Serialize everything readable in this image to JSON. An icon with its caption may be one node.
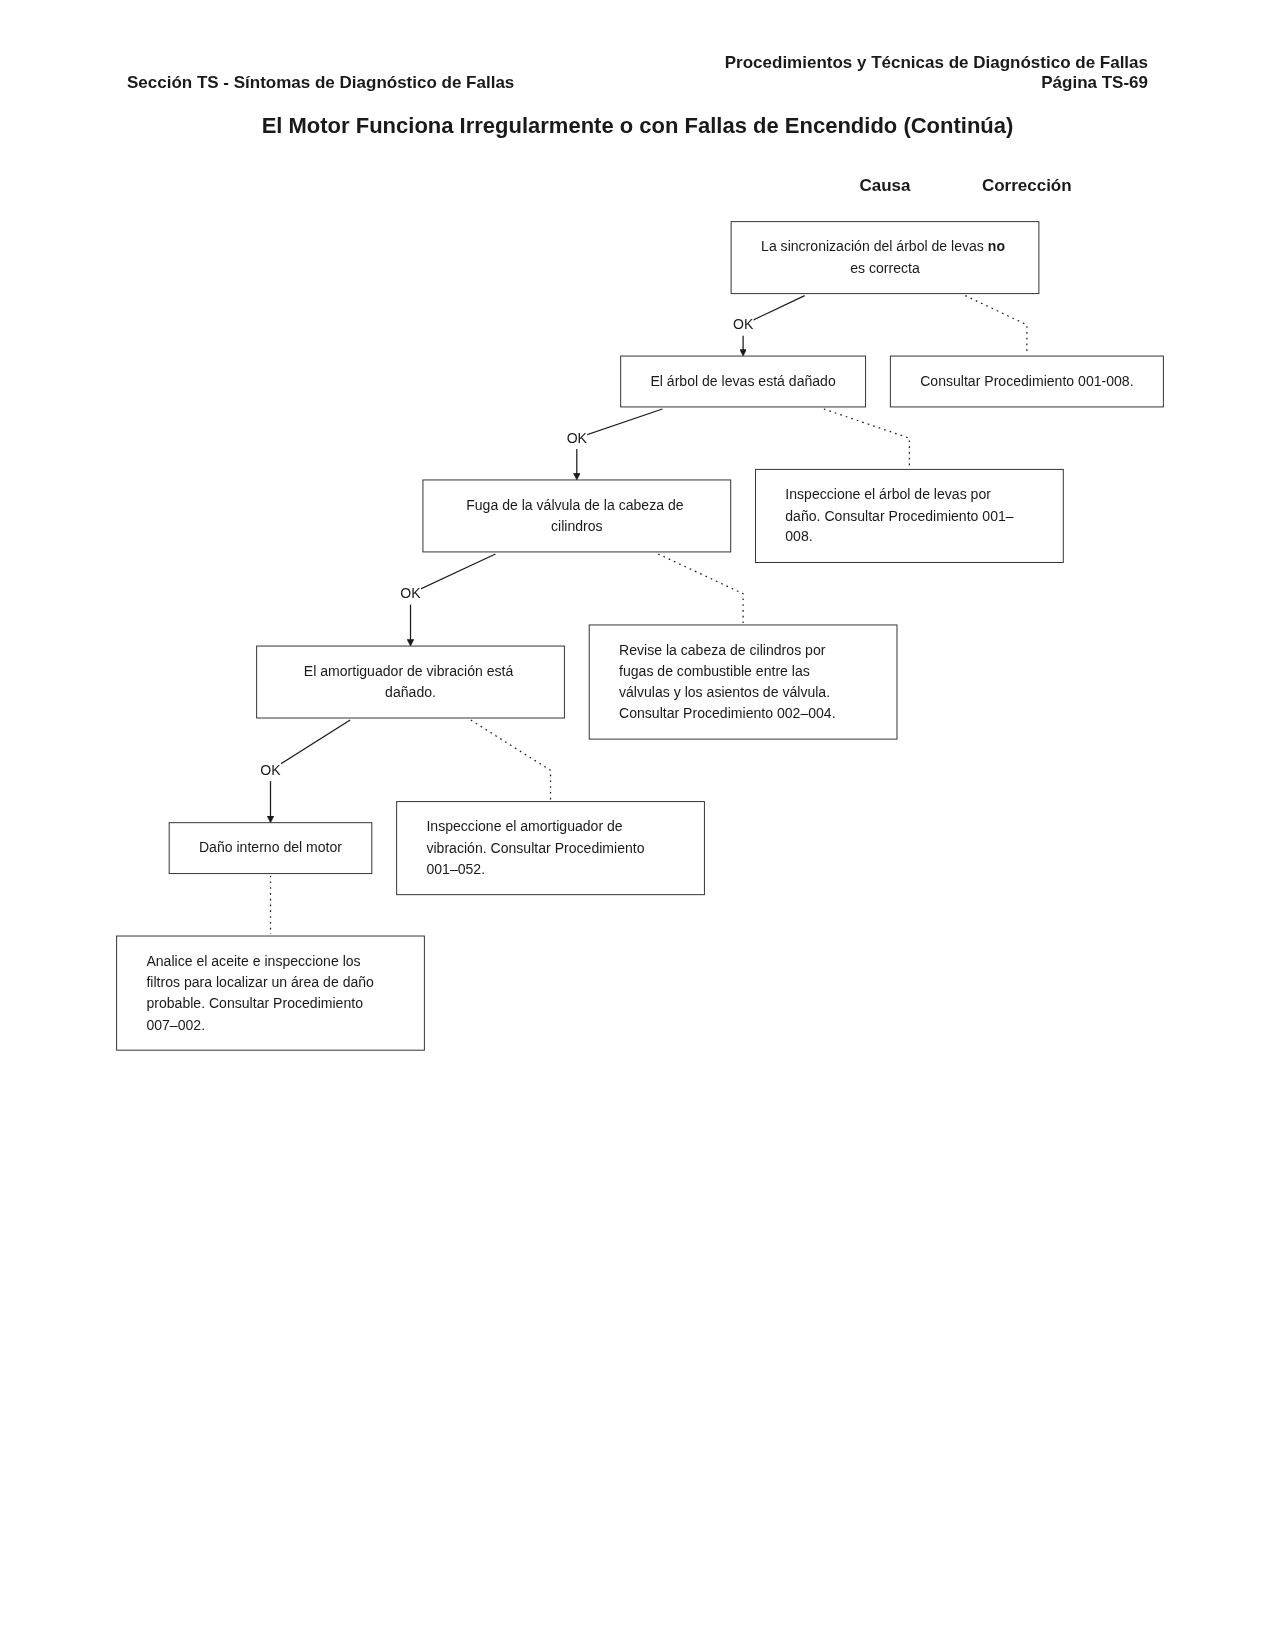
{
  "diagram": {
    "title": "El Motor Funciona Irregularmente o con Fallas de Encendido (Continúa)",
    "nodes": [
      {
        "text": [
          "La sincronización del árbol de levas **no** es correcta"
        ]
      },
      {
        "text": [
          "Consultar Procedimiento 001-008."
        ]
      },
      {
        "text": [
          "El árbol de levas está dañado"
        ]
      },
      {
        "text": [
          "Inspeccione el árbol de levas por daño. Consultar Procedimiento 001–008."
        ]
      },
      {
        "text": [
          "Fuga de la válvula de la cabeza de cilindros"
        ]
      },
      {
        "text": [
          "Revise la cabeza de cilindros por fugas de combustible entre las válvulas y los asientos de válvula. Consultar Procedimiento 002–004."
        ]
      },
      {
        "text": [
          "El amortiguador de vibración está dañado."
        ]
      },
      {
        "text": [
          "Inspeccione el amortiguador de vibración. Consultar Procedimiento 001–052."
        ]
      },
      {
        "text": [
          "Daño interno del motor"
        ]
      },
      {
        "text": [
          "Analice el aceite e inspeccione los filtros para localizar un área de daño probable. Consultar Procedimiento 007–002."
        ]
      }
    ],
    "edges": [
      {
        "from": 0,
        "to": 2,
        "arrow": "to",
        "label": "OK"
      },
      {
        "from": 2,
        "to": 4,
        "arrow": "to",
        "label": "OK"
      },
      {
        "from": 4,
        "to": 6,
        "arrow": "to",
        "label": "OK"
      },
      {
        "from": 6,
        "to": 8,
        "arrow": "to",
        "label": "OK"
      },
      {
        "from": 0,
        "to": 1,
        "arrow": "none",
        "style": "dashed"
      },
      {
        "from": 2,
        "to": 3,
        "arrow": "none",
        "style": "dashed"
      },
      {
        "from": 4,
        "to": 5,
        "arrow": "none",
        "style": "dashed"
      },
      {
        "from": 6,
        "to": 7,
        "arrow": "none",
        "style": "dashed"
      },
      {
        "from": 8,
        "to": 9,
        "arrow": "none",
        "style": "dashed"
      }
    ],
    "labels": [
      "Procedimientos y Técnicas de Diagnóstico de Fallas",
      "Sección TS - Síntomas de Diagnóstico de Fallas",
      "Página TS-69",
      "Causa",
      "Corrección"
    ]
  }
}
